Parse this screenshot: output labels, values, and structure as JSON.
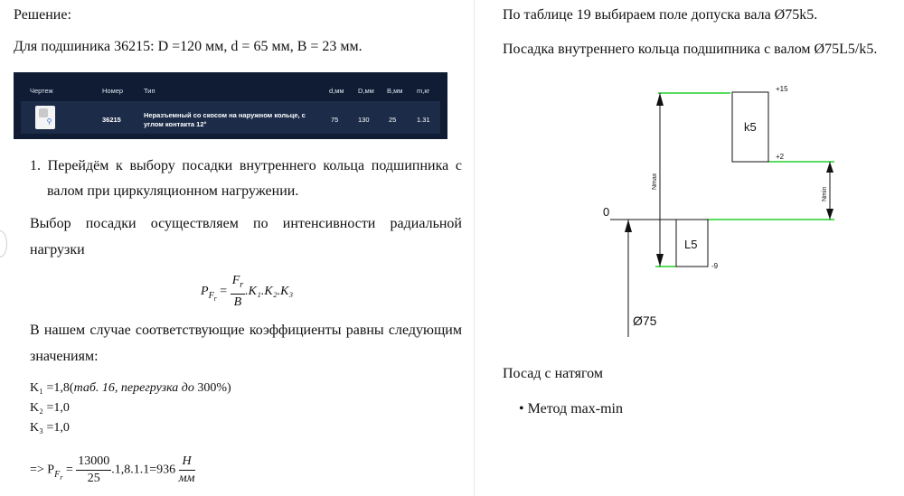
{
  "left": {
    "solution_label": "Решение:",
    "bearing_line": "Для подшиника 36215: D =120 мм, d = 65 мм, B = 23 мм.",
    "table": {
      "headers": [
        "Чертеж",
        "Номер",
        "Тип",
        "d,мм",
        "D,мм",
        "B,мм",
        "m,кг"
      ],
      "row": {
        "number": "36215",
        "type_line1": "Неразъемный со скосом на наружном кольце, с",
        "type_line2": "углом контакта 12°",
        "d": "75",
        "D": "130",
        "B": "25",
        "m": "1.31"
      }
    },
    "item1_line1": "1. Перейдём к выбору посадки внутреннего кольца подшипника с",
    "item1_line2": "валом при циркуляционном нагружении.",
    "para1_line1": "Выбор посадки осуществляем по интенсивности радиальной",
    "para1_line2": "нагрузки",
    "formula1": {
      "lhs": "P",
      "lhs_sub": "F",
      "lhs_subsub": "r",
      "eq": "=",
      "num": "F",
      "num_sub": "r",
      "den": "B",
      "rest": ".K₁.K₂.K₃"
    },
    "para2_line1": "В нашем случае соответствующие коэффициенты равны следующим",
    "para2_line2": "значениям:",
    "k1": "K₁ =1,8(",
    "k1_note": "таб. 16, перегрузка до ",
    "k1_end": "300%)",
    "k2": "K₂ =1,0",
    "k3": "K₃ =1,0",
    "result": {
      "arrow": "=> P",
      "sub": "F",
      "subsub": "r",
      "eq": " =",
      "num": "13000",
      "den": "25",
      "rest": ".1,8.1.1=936",
      "unit_num": "Н",
      "unit_den": "мм"
    }
  },
  "right": {
    "line1": "По таблице 19 выбираем поле допуска вала Ø75k5.",
    "line2": "Посадка внутреннего кольца подшипника с валом Ø75L5/k5.",
    "diagram": {
      "zero": "0",
      "diameter": "Ø75",
      "k5": "k5",
      "L5": "L5",
      "plus15": "+15",
      "plus2": "+2",
      "minus9": "-9",
      "nmax": "Nmax",
      "nmin": "Nmin",
      "green": "#22d12a"
    },
    "fit_label": "Посад с натягом",
    "bullet": "Метод max-min"
  }
}
